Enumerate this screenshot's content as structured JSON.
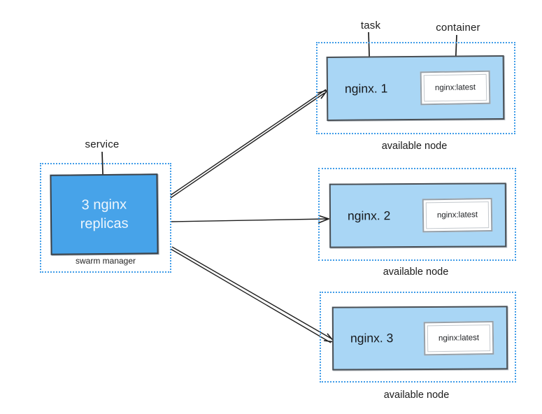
{
  "labels": {
    "task": "task",
    "container": "container",
    "service": "service"
  },
  "manager": {
    "replicas_line1": "3 nginx",
    "replicas_line2": "replicas",
    "caption": "swarm manager"
  },
  "nodes": [
    {
      "task_name": "nginx. 1",
      "container_image": "nginx:latest",
      "caption": "available node"
    },
    {
      "task_name": "nginx. 2",
      "container_image": "nginx:latest",
      "caption": "available node"
    },
    {
      "task_name": "nginx. 3",
      "container_image": "nginx:latest",
      "caption": "available node"
    }
  ],
  "colors": {
    "service_fill": "#47a3e9",
    "service_text": "#eef6fd",
    "task_fill": "#a9d6f5",
    "dotted_border": "#3f9ce8",
    "line": "#1e1e1e",
    "text": "#1c1c1c"
  }
}
